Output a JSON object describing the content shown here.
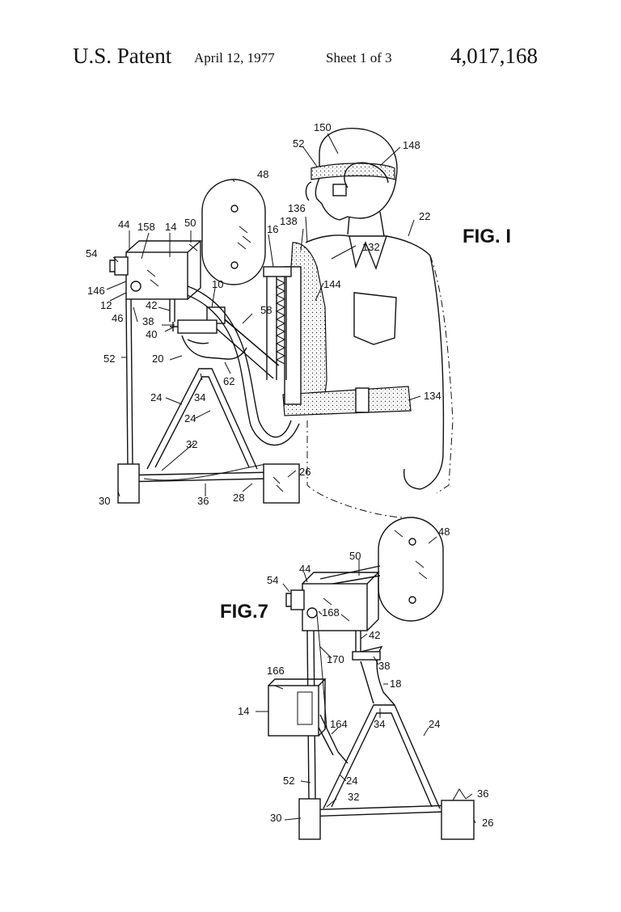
{
  "header": {
    "title": "U.S. Patent",
    "date": "April 12, 1977",
    "sheet": "Sheet 1 of 3",
    "patent_number": "4,017,168"
  },
  "figures": [
    {
      "label": "FIG. I",
      "refs": [
        "150",
        "148",
        "52",
        "48",
        "136",
        "138",
        "22",
        "44",
        "158",
        "14",
        "50",
        "16",
        "132",
        "54",
        "10",
        "144",
        "146",
        "12",
        "42",
        "58",
        "46",
        "38",
        "40",
        "52",
        "20",
        "62",
        "24",
        "34",
        "134",
        "24",
        "32",
        "26",
        "30",
        "36",
        "28"
      ]
    },
    {
      "label": "FIG.7",
      "refs": [
        "48",
        "50",
        "44",
        "54",
        "168",
        "42",
        "170",
        "38",
        "166",
        "18",
        "14",
        "164",
        "34",
        "24",
        "52",
        "24",
        "32",
        "36",
        "30",
        "26"
      ]
    }
  ]
}
